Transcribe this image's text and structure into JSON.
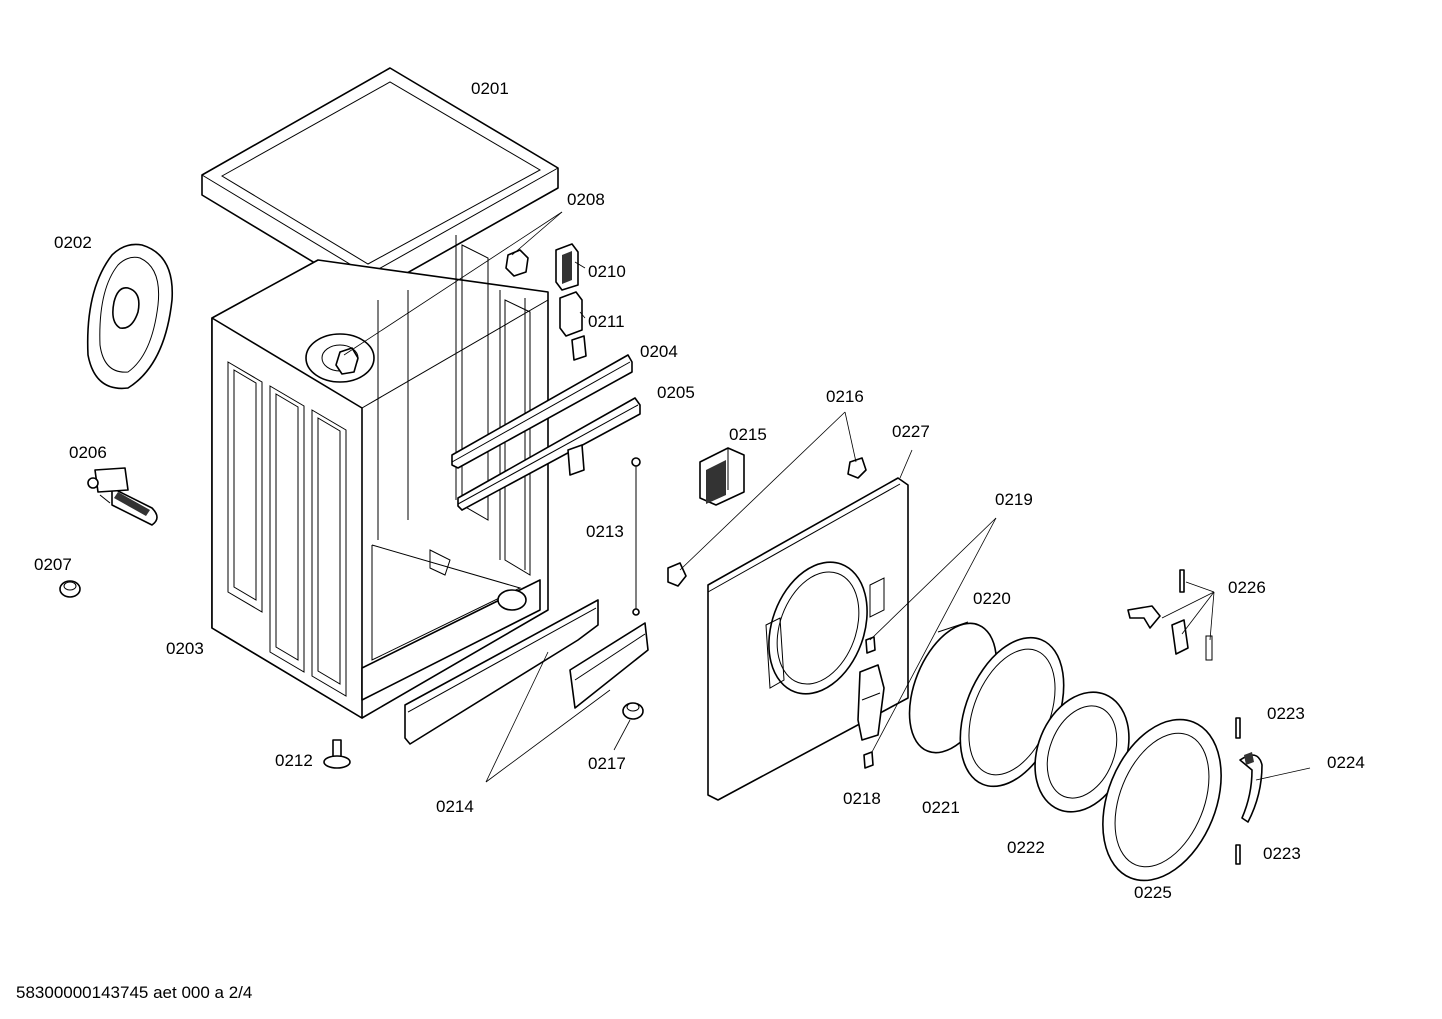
{
  "footer": {
    "text": "58300000143745 aet 000 a 2/4"
  },
  "labels": {
    "l0201": "0201",
    "l0202": "0202",
    "l0203": "0203",
    "l0204": "0204",
    "l0205": "0205",
    "l0206": "0206",
    "l0207": "0207",
    "l0208": "0208",
    "l0210": "0210",
    "l0211": "0211",
    "l0212": "0212",
    "l0213": "0213",
    "l0214": "0214",
    "l0215": "0215",
    "l0216": "0216",
    "l0217": "0217",
    "l0218": "0218",
    "l0219": "0219",
    "l0220": "0220",
    "l0221": "0221",
    "l0222": "0222",
    "l0223a": "0223",
    "l0223b": "0223",
    "l0224": "0224",
    "l0225": "0225",
    "l0226": "0226",
    "l0227": "0227"
  }
}
